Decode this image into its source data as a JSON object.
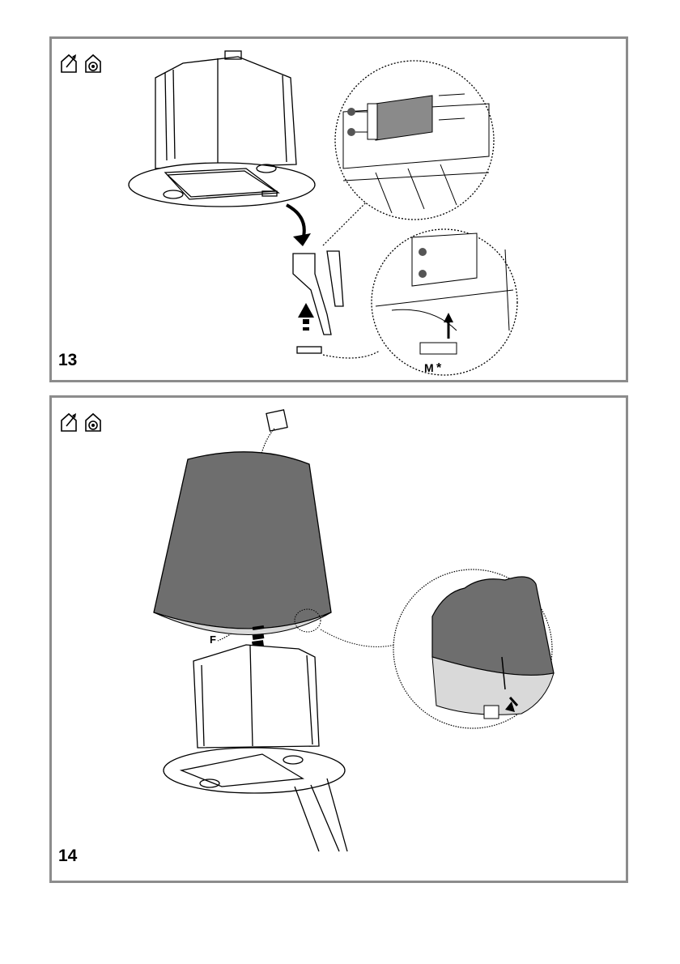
{
  "steps": [
    {
      "number": "13",
      "callout_label": "M",
      "callout_mark": "*"
    },
    {
      "number": "14",
      "callout_label": "F"
    }
  ],
  "icons": [
    "install-outside-icon",
    "install-inside-house-icon"
  ],
  "colors": {
    "frame": "#8c8c8c",
    "chimney": "#6e6e6e",
    "chimney_inner": "#d9d9d9",
    "box": "#8a8a8a"
  }
}
